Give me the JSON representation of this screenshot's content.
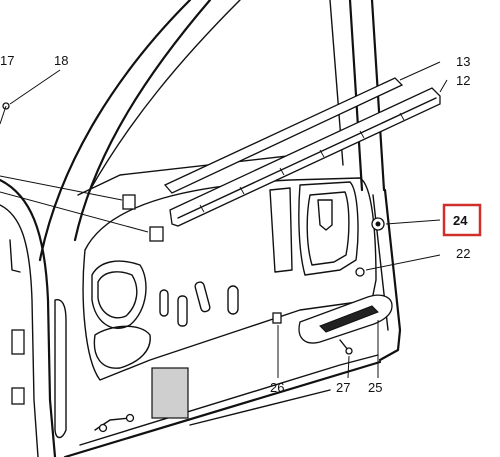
{
  "callouts": {
    "c17": "17",
    "c18": "18",
    "c13": "13",
    "c12": "12",
    "c24": "24",
    "c22": "22",
    "c26": "26",
    "c27": "27",
    "c25": "25"
  },
  "highlight": {
    "target": "24",
    "color": "#d0302a"
  }
}
